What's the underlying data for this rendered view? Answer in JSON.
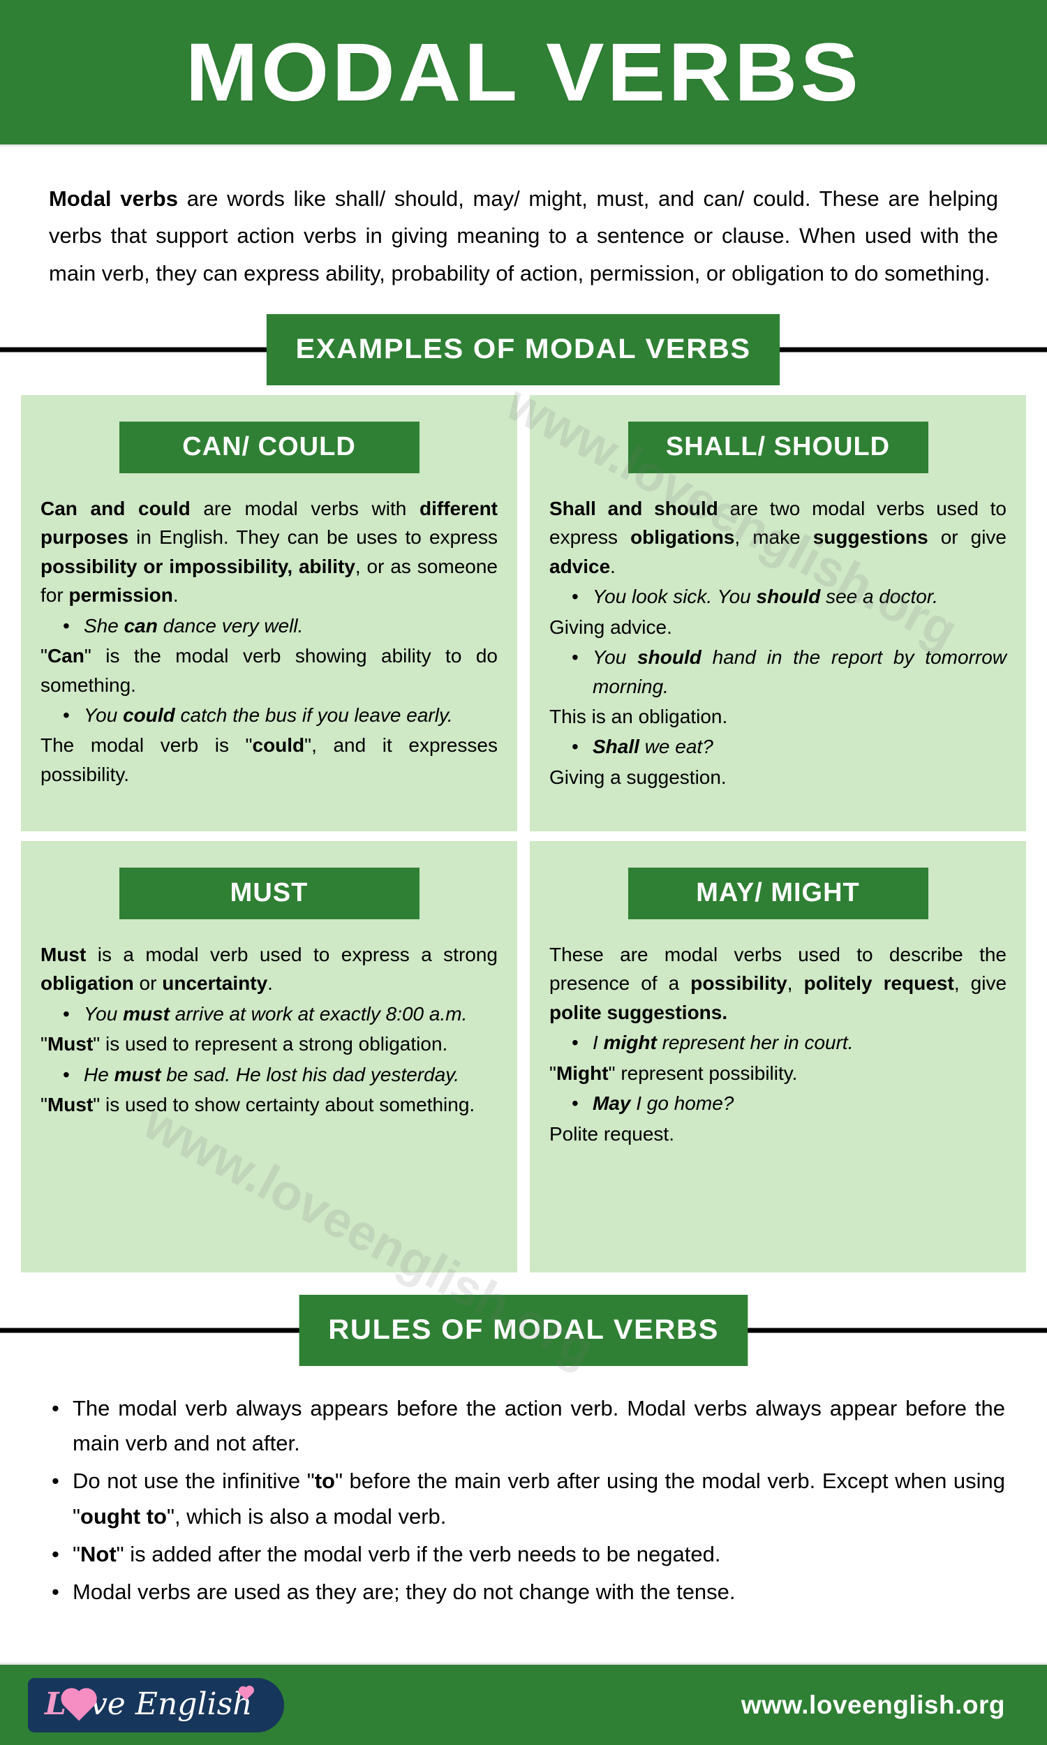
{
  "header": {
    "title": "MODAL VERBS",
    "bg_color": "#2f8034"
  },
  "intro": {
    "lead": "Modal verbs",
    "text": " are words like shall/ should, may/ might, must, and can/ could. These are helping verbs that support action verbs in giving meaning to a sentence or clause. When used with the main verb, they can express ability, probability of action, permission, or obligation to do something."
  },
  "sections": {
    "examples_banner": "EXAMPLES OF MODAL VERBS",
    "rules_banner": "RULES OF MODAL VERBS"
  },
  "cards": [
    {
      "title": "CAN/ COULD",
      "blocks": [
        {
          "type": "para",
          "html": "<b>Can and could</b> are modal verbs with <b>different purposes</b> in English. They can be uses to express <b>possibility or impossibility, ability</b>, or as someone for <b>permission</b>."
        },
        {
          "type": "bullet",
          "html": "She <span class=\"bi\">can</span> <i>dance very well.</i>"
        },
        {
          "type": "para",
          "html": "\"<b>Can</b>\" is the modal verb showing ability to do something."
        },
        {
          "type": "bullet",
          "html": "You <span class=\"bi\">could</span> <i>catch the bus if you leave early.</i>"
        },
        {
          "type": "para",
          "html": "The modal verb is \"<b>could</b>\", and it expresses possibility."
        }
      ]
    },
    {
      "title": "SHALL/ SHOULD",
      "blocks": [
        {
          "type": "para",
          "html": "<b>Shall and should</b> are two modal verbs used to express <b>obligations</b>, make <b>suggestions</b> or give <b>advice</b>."
        },
        {
          "type": "bullet",
          "html": "<i>You look sick. You</i> <span class=\"bi\">should</span> <i>see a doctor.</i>"
        },
        {
          "type": "para",
          "html": "Giving advice."
        },
        {
          "type": "bullet",
          "html": "<i>You</i> <span class=\"bi\">should</span> <i>hand in the report by tomorrow morning.</i>"
        },
        {
          "type": "para",
          "html": "This is an obligation."
        },
        {
          "type": "bullet",
          "html": "<span class=\"bi\">Shall</span> <i>we eat?</i>"
        },
        {
          "type": "para",
          "html": "Giving a suggestion."
        }
      ]
    },
    {
      "title": "MUST",
      "blocks": [
        {
          "type": "para",
          "html": "<b>Must</b> is a modal verb used to express a strong <b>obligation</b> or <b>uncertainty</b>."
        },
        {
          "type": "bullet",
          "html": "<i>You</i> <span class=\"bi\">must</span> <i>arrive at work at exactly 8:00 a.m.</i>"
        },
        {
          "type": "para",
          "html": "\"<b>Must</b>\" is used to represent a strong obligation."
        },
        {
          "type": "bullet",
          "html": "<i>He</i> <span class=\"bi\">must</span> <i>be sad. He lost his dad yesterday.</i>"
        },
        {
          "type": "para",
          "html": "\"<b>Must</b>\" is used to show certainty about something."
        }
      ]
    },
    {
      "title": "MAY/ MIGHT",
      "blocks": [
        {
          "type": "para",
          "html": "These are modal verbs used to describe the presence of a <b>possibility</b>, <b>politely request</b>, give <b>polite suggestions.</b>"
        },
        {
          "type": "bullet",
          "html": "<i>I</i> <span class=\"bi\">might</span> <i>represent her in court.</i>"
        },
        {
          "type": "para",
          "html": "\"<b>Might</b>\" represent possibility."
        },
        {
          "type": "bullet",
          "html": "<span class=\"bi\">May</span> <i>I go home?</i>"
        },
        {
          "type": "para",
          "html": "Polite request."
        }
      ]
    }
  ],
  "rules": [
    {
      "html": "The modal verb always appears before the action verb. Modal verbs always appear before the main verb and not after.",
      "justify": true
    },
    {
      "html": "Do not use the infinitive \"<b>to</b>\" before the main verb after using the modal verb. Except when using \"<b>ought to</b>\", which is also a modal verb.",
      "justify": true
    },
    {
      "html": "\"<b>Not</b>\" is added after the modal verb if the verb needs to be negated.",
      "justify": false
    },
    {
      "html": "Modal verbs are used as they are; they do not change with the tense.",
      "justify": false
    }
  ],
  "footer": {
    "logo_l": "L",
    "logo_rest": "ve English",
    "url": "www.loveenglish.org",
    "bg_color": "#2f8034",
    "logo_bg_color": "#17365c",
    "logo_accent_color": "#f78ec3"
  },
  "watermarks": [
    "www.loveenglish.org",
    "www.loveenglish.org"
  ]
}
